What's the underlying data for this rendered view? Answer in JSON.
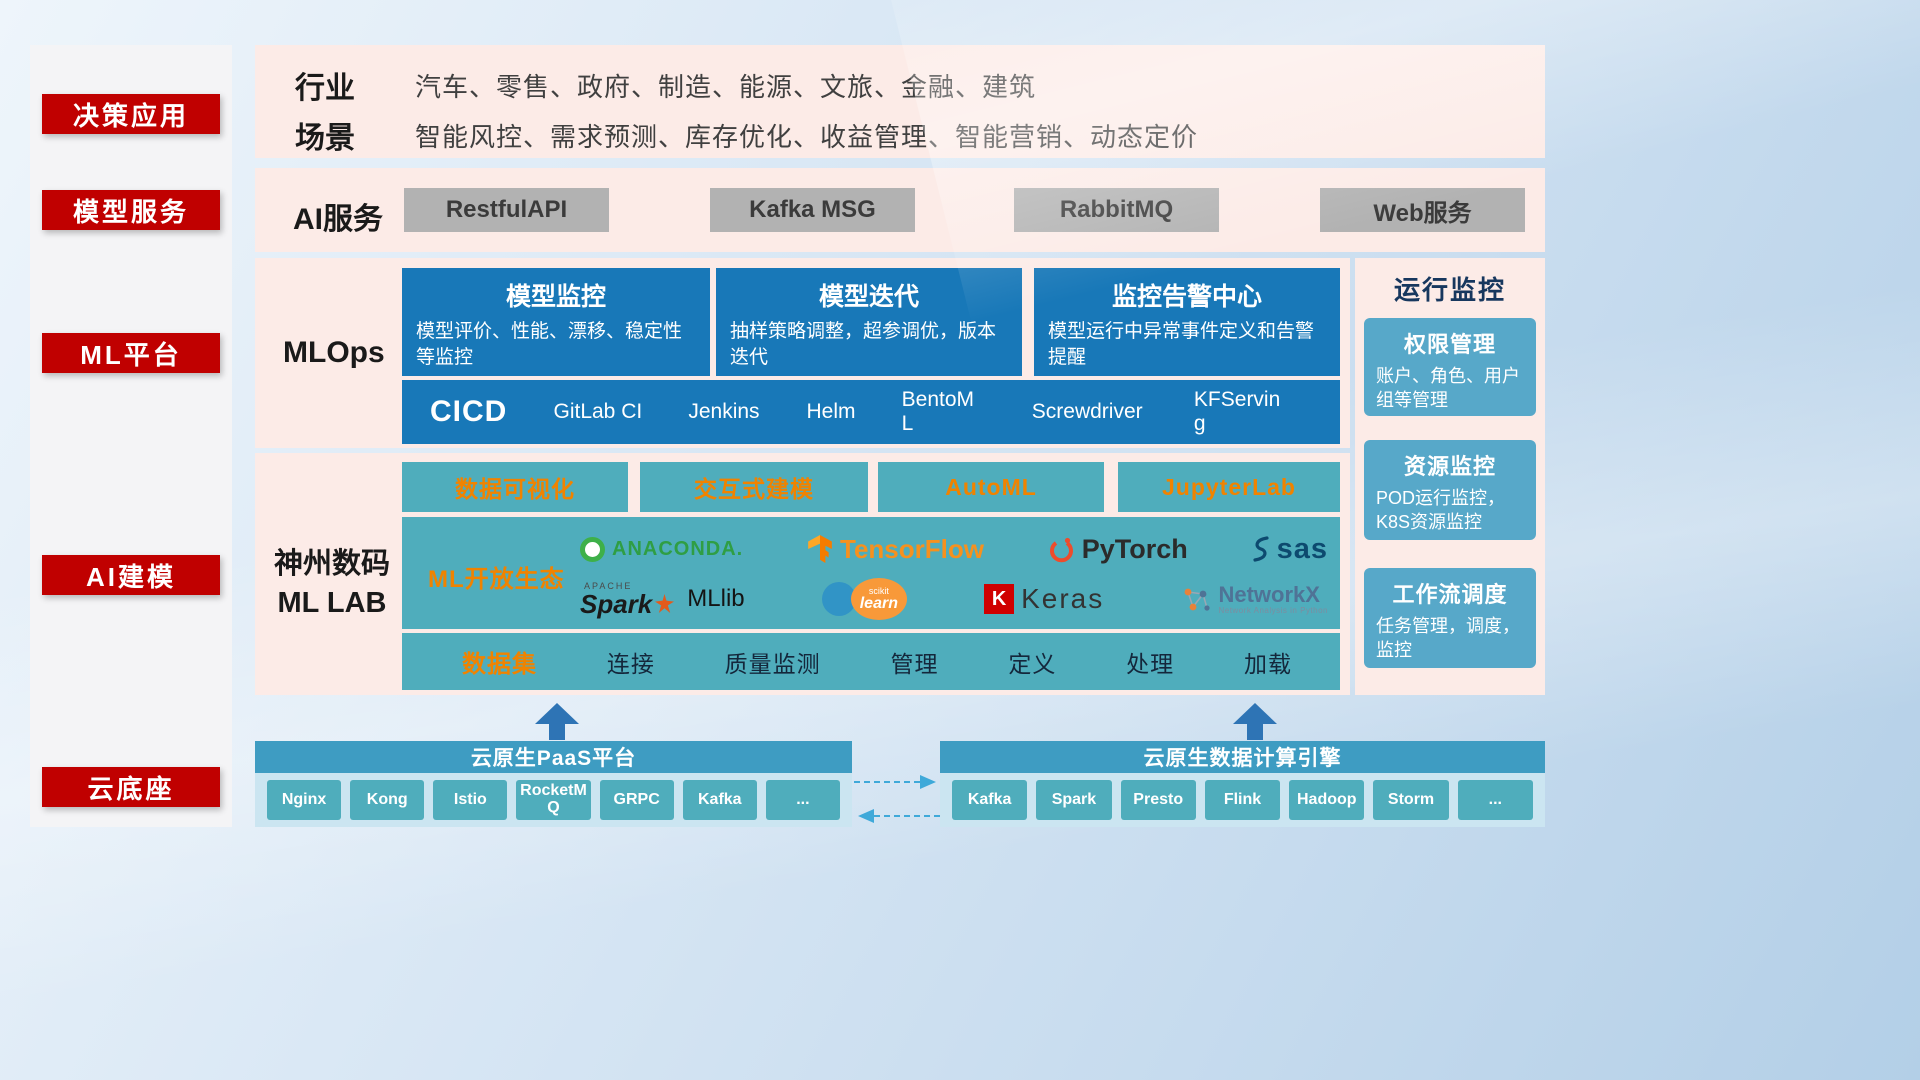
{
  "colors": {
    "badge_red": "#c00000",
    "panel_pink": "#fcebe7",
    "card_blue": "#1878b8",
    "teal": "#4fadbc",
    "orange_accent": "#f08300",
    "monitor_blue": "#57a8c9",
    "bar_blue": "#3e9cc2",
    "arrow_blue": "#2e74b5"
  },
  "sidebar": {
    "items": [
      "决策应用",
      "模型服务",
      "ML平台",
      "AI建模",
      "云底座"
    ]
  },
  "apps": {
    "industry_label": "行业",
    "industry_text": "汽车、零售、政府、制造、能源、文旅、金融、建筑",
    "scene_label": "场景",
    "scene_text": "智能风控、需求预测、库存优化、收益管理、智能营销、动态定价"
  },
  "ai_service": {
    "label": "AI服务",
    "buttons": [
      "RestfulAPI",
      "Kafka MSG",
      "RabbitMQ",
      "Web服务"
    ]
  },
  "mlops": {
    "label": "MLOps",
    "cards": [
      {
        "title": "模型监控",
        "desc": "模型评价、性能、漂移、稳定性等监控"
      },
      {
        "title": "模型迭代",
        "desc": "抽样策略调整，超参调优，版本迭代"
      },
      {
        "title": "监控告警中心",
        "desc": "模型运行中异常事件定义和告警提醒"
      }
    ],
    "cicd_label": "CICD",
    "cicd_items": [
      "GitLab CI",
      "Jenkins",
      "Helm",
      "BentoML",
      "Screwdriver",
      "KFServing"
    ]
  },
  "mllab": {
    "label_line1": "神州数码",
    "label_line2": "ML LAB",
    "tools": [
      "数据可视化",
      "交互式建模",
      "AutoML",
      "JupyterLab"
    ],
    "eco_label": "ML开放生态",
    "logos": {
      "anaconda": "ANACONDA.",
      "tensorflow": "TensorFlow",
      "pytorch": "PyTorch",
      "sas": "sas",
      "apache": "APACHE",
      "spark": "Spark",
      "mllib": "MLlib",
      "scikit": "scikit",
      "learn": "learn",
      "keras_k": "K",
      "keras": "Keras",
      "networkx": "NetworkX",
      "networkx_sub": "Network Analysis in Python"
    },
    "dataset_label": "数据集",
    "dataset_items": [
      "连接",
      "质量监测",
      "管理",
      "定义",
      "处理",
      "加载"
    ]
  },
  "monitoring": {
    "title": "运行监控",
    "cards": [
      {
        "title": "权限管理",
        "desc": "账户、角色、用户组等管理"
      },
      {
        "title": "资源监控",
        "desc": "POD运行监控，K8S资源监控"
      },
      {
        "title": "工作流调度",
        "desc": "任务管理，调度，监控"
      }
    ]
  },
  "cloud": {
    "paas_title": "云原生PaaS平台",
    "paas_items": [
      "Nginx",
      "Kong",
      "Istio",
      "RocketMQ",
      "GRPC",
      "Kafka",
      "..."
    ],
    "engine_title": "云原生数据计算引擎",
    "engine_items": [
      "Kafka",
      "Spark",
      "Presto",
      "Flink",
      "Hadoop",
      "Storm",
      "..."
    ]
  }
}
